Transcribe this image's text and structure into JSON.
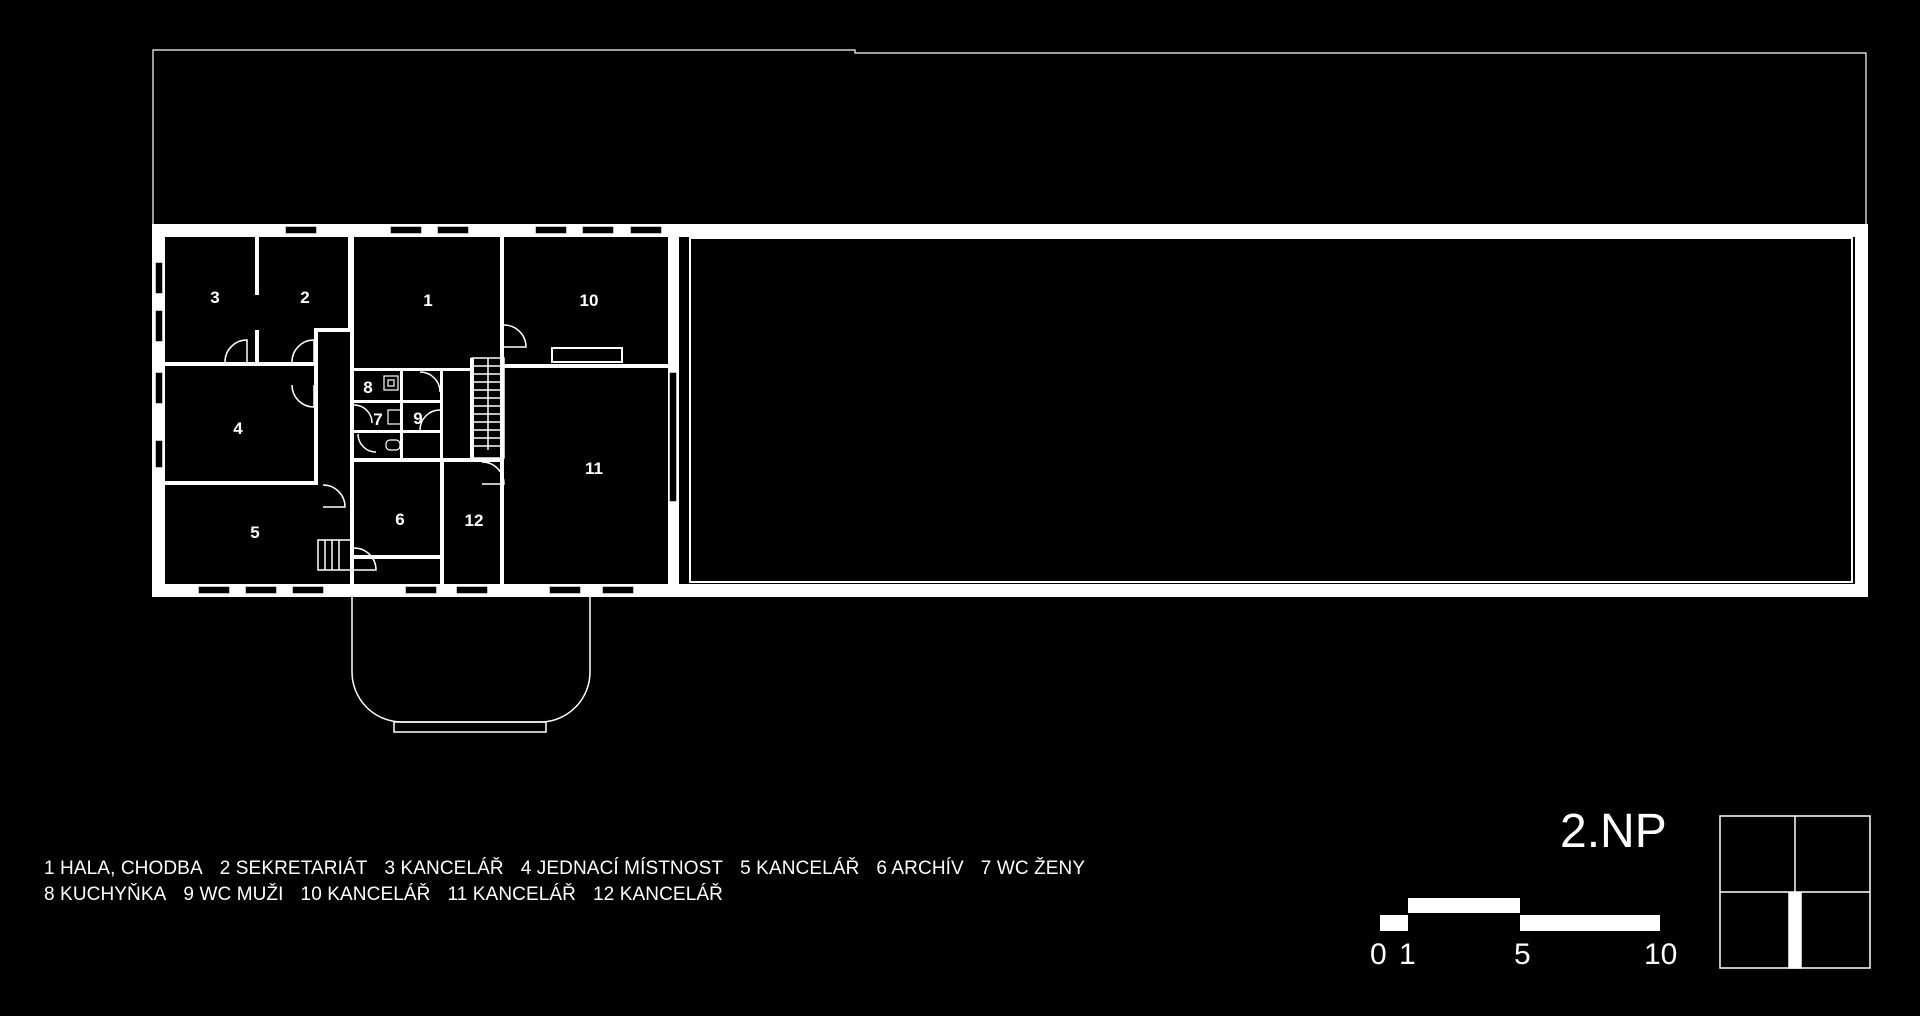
{
  "floor": "2.NP",
  "rooms": [
    {
      "num": "1",
      "name": "HALA, CHODBA"
    },
    {
      "num": "2",
      "name": "SEKRETARIÁT"
    },
    {
      "num": "3",
      "name": "KANCELÁŘ"
    },
    {
      "num": "4",
      "name": "JEDNACÍ MÍSTNOST"
    },
    {
      "num": "5",
      "name": "KANCELÁŘ"
    },
    {
      "num": "6",
      "name": "ARCHÍV"
    },
    {
      "num": "7",
      "name": "WC ŽENY"
    },
    {
      "num": "8",
      "name": "KUCHYŇKA"
    },
    {
      "num": "9",
      "name": "WC MUŽI"
    },
    {
      "num": "10",
      "name": "KANCELÁŘ"
    },
    {
      "num": "11",
      "name": "KANCELÁŘ"
    },
    {
      "num": "12",
      "name": "KANCELÁŘ"
    }
  ],
  "legend": {
    "line1": [
      "1 HALA, CHODBA",
      "2  SEKRETARIÁT",
      "3  KANCELÁŘ",
      "4  JEDNACÍ MÍSTNOST",
      "5  KANCELÁŘ",
      "6  ARCHÍV",
      "7  WC ŽENY"
    ],
    "line2": [
      "8  KUCHYŇKA",
      "9  WC MUŽI",
      "10  KANCELÁŘ",
      "11  KANCELÁŘ",
      "12  KANCELÁŘ"
    ]
  },
  "scale": {
    "labels": [
      "0",
      "1",
      "5",
      "10"
    ]
  },
  "colors": {
    "background": "#000000",
    "lines": "#ffffff"
  }
}
